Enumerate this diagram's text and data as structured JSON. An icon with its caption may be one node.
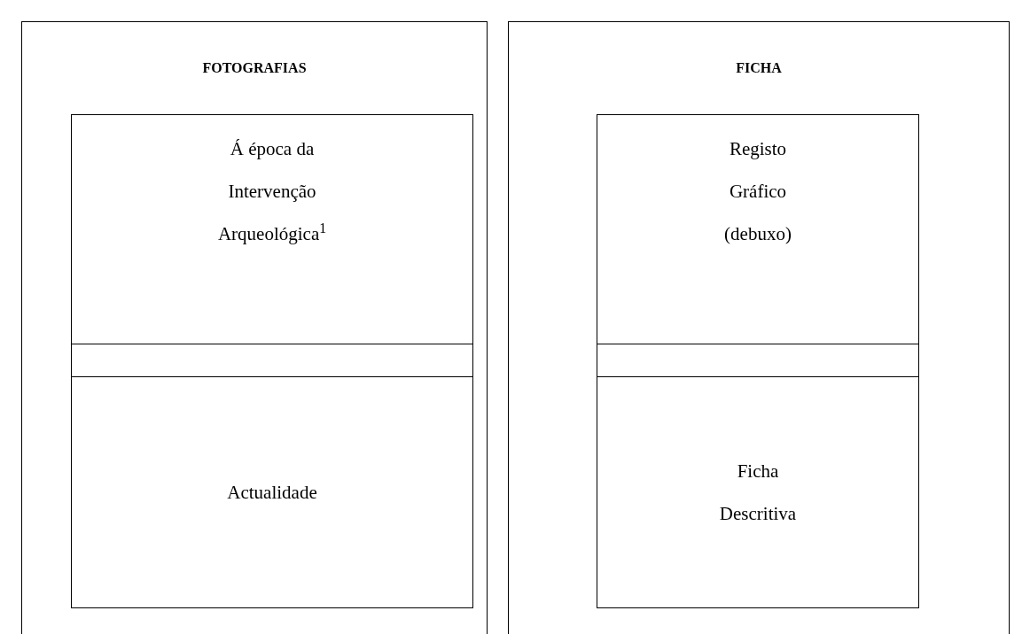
{
  "diagram": {
    "nodes": [
      {
        "text": [
          "FOTOGRAFIAS"
        ]
      },
      {
        "text": [
          "Á época da Intervenção Arqueológica$^{1}$"
        ],
        "in": 0
      },
      {
        "text": [],
        "shape": "box",
        "in": 0
      },
      {
        "text": [
          "Actualidade"
        ],
        "in": 0
      },
      {
        "text": [
          "FICHA"
        ]
      },
      {
        "text": [
          "Registo Gráfico (debuxo)"
        ],
        "in": 4
      },
      {
        "text": [],
        "shape": "box",
        "in": 4
      },
      {
        "text": [
          "Ficha Descritiva"
        ],
        "in": 4
      }
    ]
  }
}
